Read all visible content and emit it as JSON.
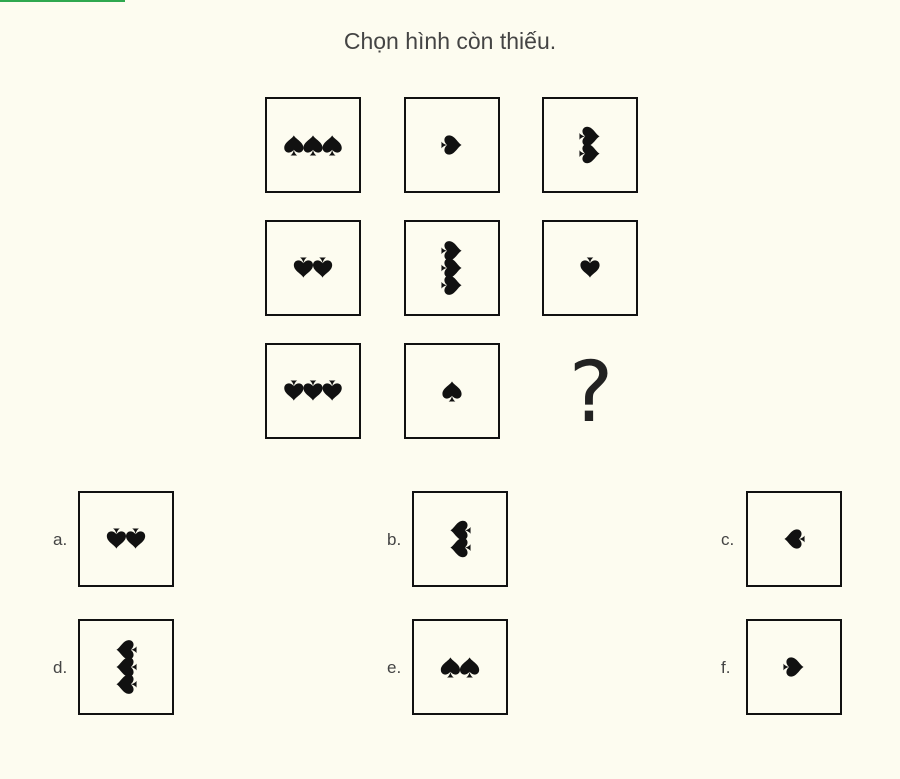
{
  "question": {
    "title": "Chọn hình còn thiếu.",
    "missing_mark": "?"
  },
  "grid": {
    "cells": [
      {
        "count": 3,
        "orientation": "up",
        "arrangement": "row"
      },
      {
        "count": 1,
        "orientation": "right",
        "arrangement": "row"
      },
      {
        "count": 2,
        "orientation": "right",
        "arrangement": "column"
      },
      {
        "count": 2,
        "orientation": "down",
        "arrangement": "row"
      },
      {
        "count": 3,
        "orientation": "right",
        "arrangement": "column"
      },
      {
        "count": 1,
        "orientation": "down",
        "arrangement": "row"
      },
      {
        "count": 3,
        "orientation": "down",
        "arrangement": "row"
      },
      {
        "count": 1,
        "orientation": "up",
        "arrangement": "row"
      },
      {
        "missing": true
      }
    ]
  },
  "options": [
    {
      "label": "a.",
      "count": 2,
      "orientation": "down",
      "arrangement": "row"
    },
    {
      "label": "b.",
      "count": 2,
      "orientation": "left",
      "arrangement": "column"
    },
    {
      "label": "c.",
      "count": 1,
      "orientation": "left",
      "arrangement": "row"
    },
    {
      "label": "d.",
      "count": 3,
      "orientation": "left",
      "arrangement": "column"
    },
    {
      "label": "e.",
      "count": 2,
      "orientation": "up",
      "arrangement": "row"
    },
    {
      "label": "f.",
      "count": 1,
      "orientation": "right",
      "arrangement": "row"
    }
  ],
  "icons": {
    "shape": "spade-icon",
    "fill": "#111111"
  },
  "colors": {
    "background": "#fdfcf0",
    "border": "#111111",
    "text": "#444444",
    "progress": "#2fa84f"
  }
}
